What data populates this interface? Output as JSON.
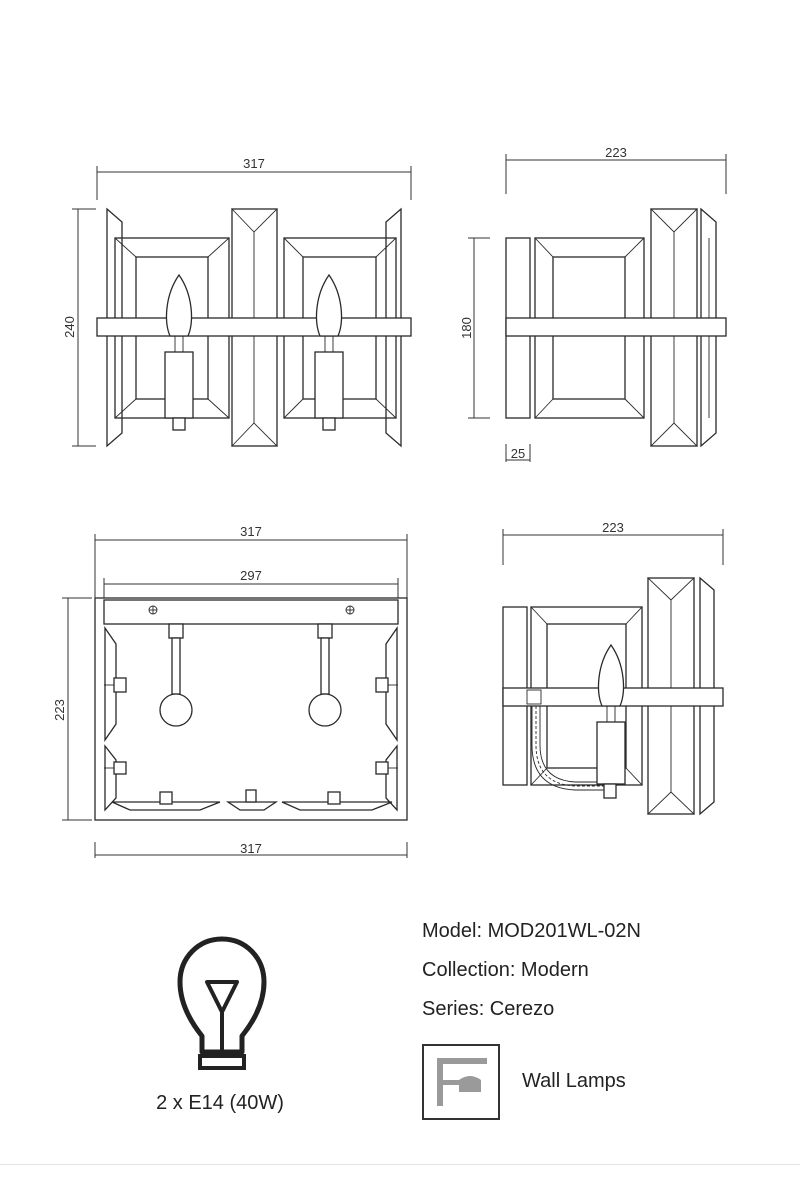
{
  "dimensions": {
    "front_width": "317",
    "front_height": "240",
    "side_width": "223",
    "side_height": "180",
    "backplate_depth": "25",
    "top_width_outer": "317",
    "top_width_inner": "297",
    "top_depth": "223",
    "top_width_bottom": "317",
    "section_width": "223"
  },
  "specs": {
    "model": "Model: MOD201WL-02N",
    "collection": "Collection: Modern",
    "series": "Series: Cerezo",
    "bulb": "2 x E14 (40W)",
    "category": "Wall Lamps"
  },
  "icons": {
    "bulb": "light-bulb-icon",
    "category": "wall-lamp-icon"
  }
}
